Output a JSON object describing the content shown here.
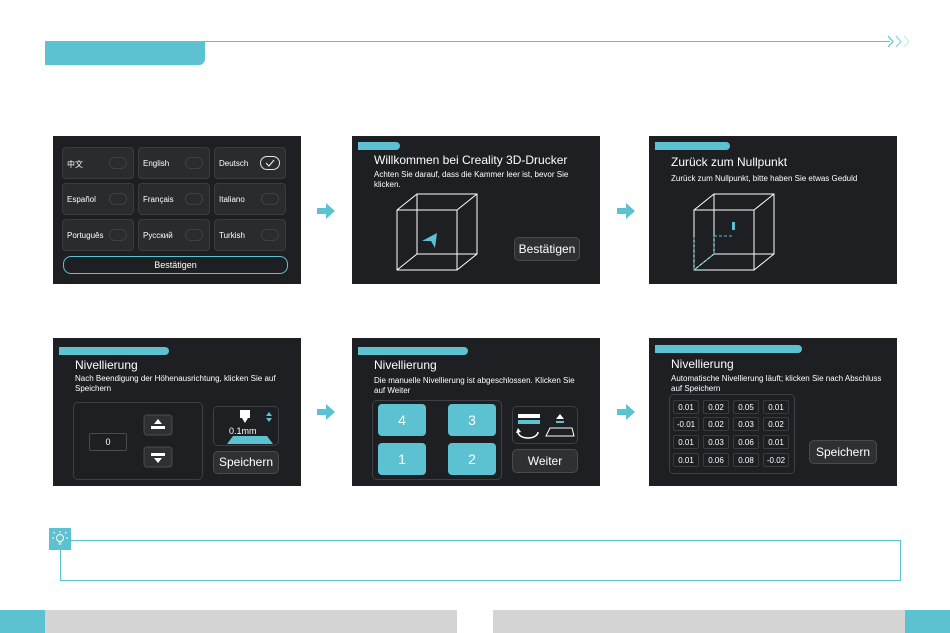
{
  "lang_screen": {
    "languages": [
      {
        "label": "中文",
        "checked": false
      },
      {
        "label": "English",
        "checked": false
      },
      {
        "label": "Deutsch",
        "checked": true
      },
      {
        "label": "Español",
        "checked": false
      },
      {
        "label": "Français",
        "checked": false
      },
      {
        "label": "Italiano",
        "checked": false
      },
      {
        "label": "Português",
        "checked": false
      },
      {
        "label": "Русский",
        "checked": false
      },
      {
        "label": "Turkish",
        "checked": false
      }
    ],
    "confirm_label": "Bestätigen"
  },
  "welcome_screen": {
    "title": "Willkommen bei Creality 3D-Drucker",
    "subtitle": "Achten Sie darauf, dass die Kammer leer ist, bevor Sie klicken.",
    "button_label": "Bestätigen"
  },
  "home_screen": {
    "title": "Zurück zum Nullpunkt",
    "subtitle": "Zurück zum Nullpunkt, bitte haben Sie etwas Geduld"
  },
  "level_screen_1": {
    "title": "Nivellierung",
    "subtitle": "Nach Beendigung der Höhenausrichtung, klicken Sie auf Speichern",
    "value": "0",
    "step": "0.1mm",
    "button_label": "Speichern"
  },
  "level_screen_2": {
    "title": "Nivellierung",
    "subtitle": "Die manuelle Nivellierung ist abgeschlossen. Klicken Sie auf Weiter",
    "points": [
      "4",
      "3",
      "1",
      "2"
    ],
    "button_label": "Weiter"
  },
  "level_screen_3": {
    "title": "Nivellierung",
    "subtitle": "Automatische Nivellierung läuft; klicken Sie nach Abschluss auf Speichern",
    "grid": [
      [
        "0.01",
        "0.02",
        "0.05",
        "0.01"
      ],
      [
        "-0.01",
        "0.02",
        "0.03",
        "0.02"
      ],
      [
        "0.01",
        "0.03",
        "0.06",
        "0.01"
      ],
      [
        "0.01",
        "0.06",
        "0.08",
        "-0.02"
      ]
    ],
    "button_label": "Speichern"
  },
  "colors": {
    "accent": "#5cc1d0",
    "screen_bg": "#1e1f22"
  }
}
